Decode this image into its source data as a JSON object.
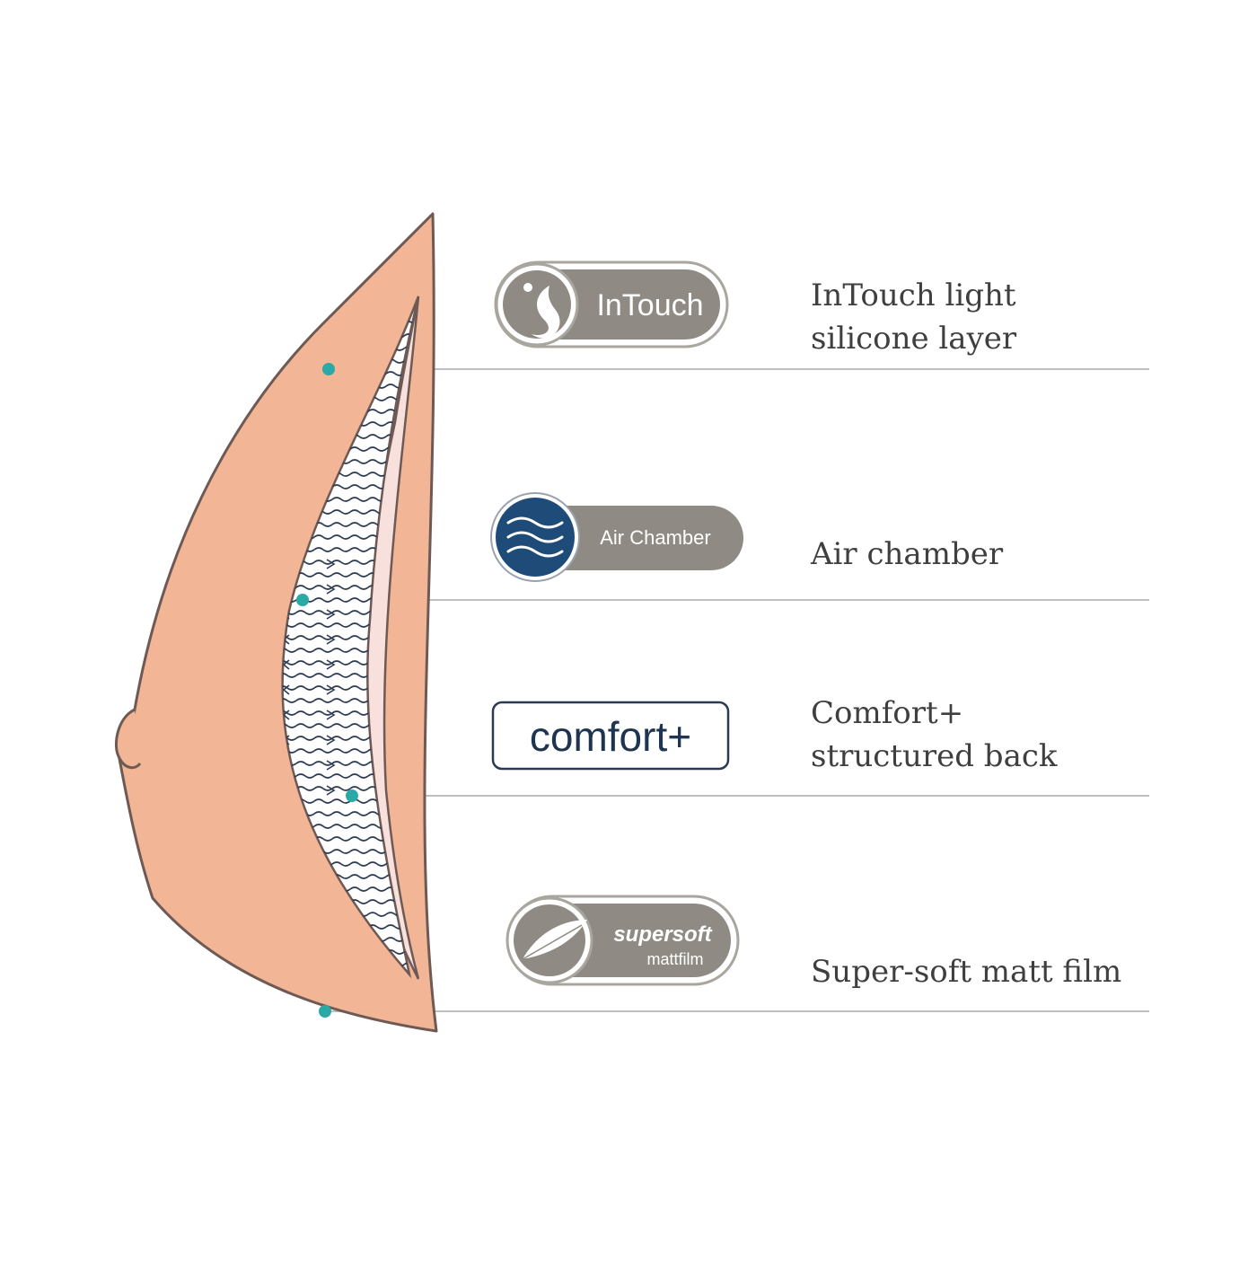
{
  "layers": [
    {
      "key": "intouch",
      "badge_text": "InTouch",
      "badge_icon": "silicone-drop-icon",
      "caption": [
        "InTouch light",
        "silicone layer"
      ]
    },
    {
      "key": "air",
      "badge_text": "Air Chamber",
      "badge_icon": "air-waves-icon",
      "caption": [
        "Air chamber"
      ]
    },
    {
      "key": "comfort",
      "badge_text": "comfort+",
      "badge_icon": "",
      "caption": [
        "Comfort+",
        "structured back"
      ]
    },
    {
      "key": "supersoft",
      "badge_text": "supersoft",
      "badge_subtext": "mattfilm",
      "badge_icon": "feather-icon",
      "caption": [
        "Super-soft matt film"
      ]
    }
  ],
  "colors": {
    "shell": "#f2b596",
    "shell_outline": "#6e5a55",
    "back_layer": "#f8e0dc",
    "wave_line": "#2d3b52",
    "marker": "#2aa9a7",
    "leader_line": "#bfbfbf",
    "badge_grey": "#8f8b84",
    "badge_ring": "#a9a59f",
    "air_navy": "#1f4b78",
    "comfort_text": "#1f3450",
    "caption_text": "#3f3f3f"
  }
}
